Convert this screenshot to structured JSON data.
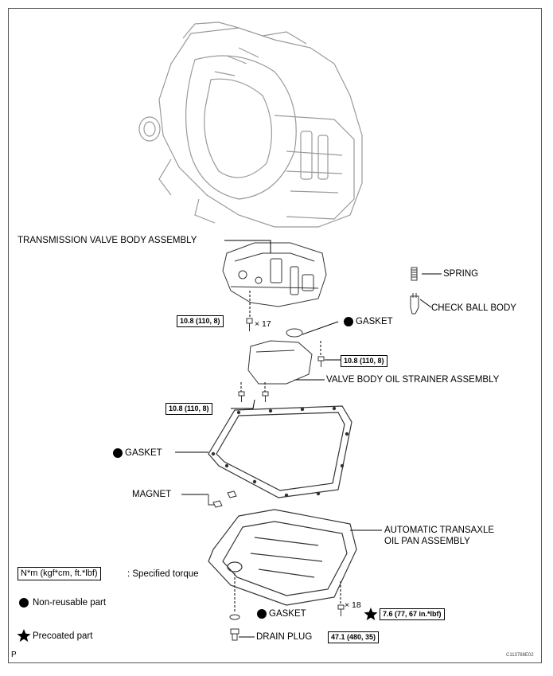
{
  "labels": {
    "valve_body": "TRANSMISSION VALVE BODY ASSEMBLY",
    "spring": "SPRING",
    "check_ball": "CHECK BALL BODY",
    "gasket_upper": "GASKET",
    "strainer": "VALVE BODY OIL STRAINER ASSEMBLY",
    "gasket_pan": "GASKET",
    "magnet": "MAGNET",
    "oil_pan_line1": "AUTOMATIC TRANSAXLE",
    "oil_pan_line2": "OIL PAN ASSEMBLY",
    "gasket_drain": "GASKET",
    "drain_plug": "DRAIN PLUG"
  },
  "torques": {
    "valve_body_bolt": "10.8 (110, 8)",
    "strainer_bolt_right": "10.8 (110, 8)",
    "strainer_bolt_left": "10.8 (110, 8)",
    "pan_bolt": "7.6 (77, 67 in.*lbf)",
    "drain_plug": "47.1 (480, 35)"
  },
  "quantities": {
    "valve_body_bolts": "× 17",
    "pan_bolts": "× 18"
  },
  "legend": {
    "torque_unit": "N*m (kgf*cm, ft.*lbf)",
    "torque_desc": ": Specified torque",
    "non_reusable": "Non-reusable part",
    "precoated": "Precoated part"
  },
  "corner_letter": "P",
  "figure_code": "C113788E02"
}
